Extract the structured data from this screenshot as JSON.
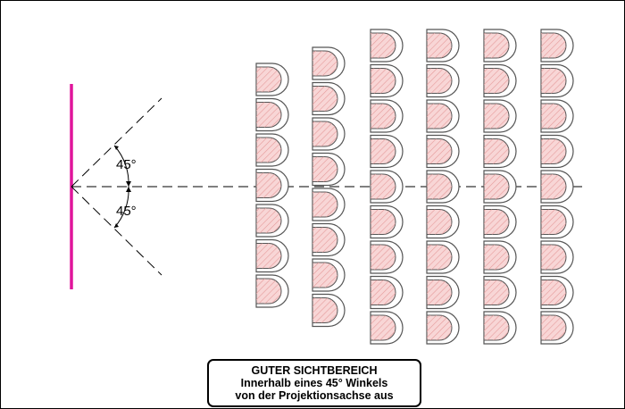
{
  "angles": {
    "upper_label": "45°",
    "lower_label": "45°"
  },
  "screen": {
    "color": "#e0159b"
  },
  "seats": {
    "fill": "#f8d6d6",
    "hatch": "#e59a9a",
    "rows_per_column": [
      7,
      8,
      9,
      9,
      9,
      9
    ]
  },
  "caption": {
    "line1": "GUTER SICHTBEREICH",
    "line2": "Innerhalb eines 45° Winkels",
    "line3": "von der Projektionsachse aus"
  }
}
